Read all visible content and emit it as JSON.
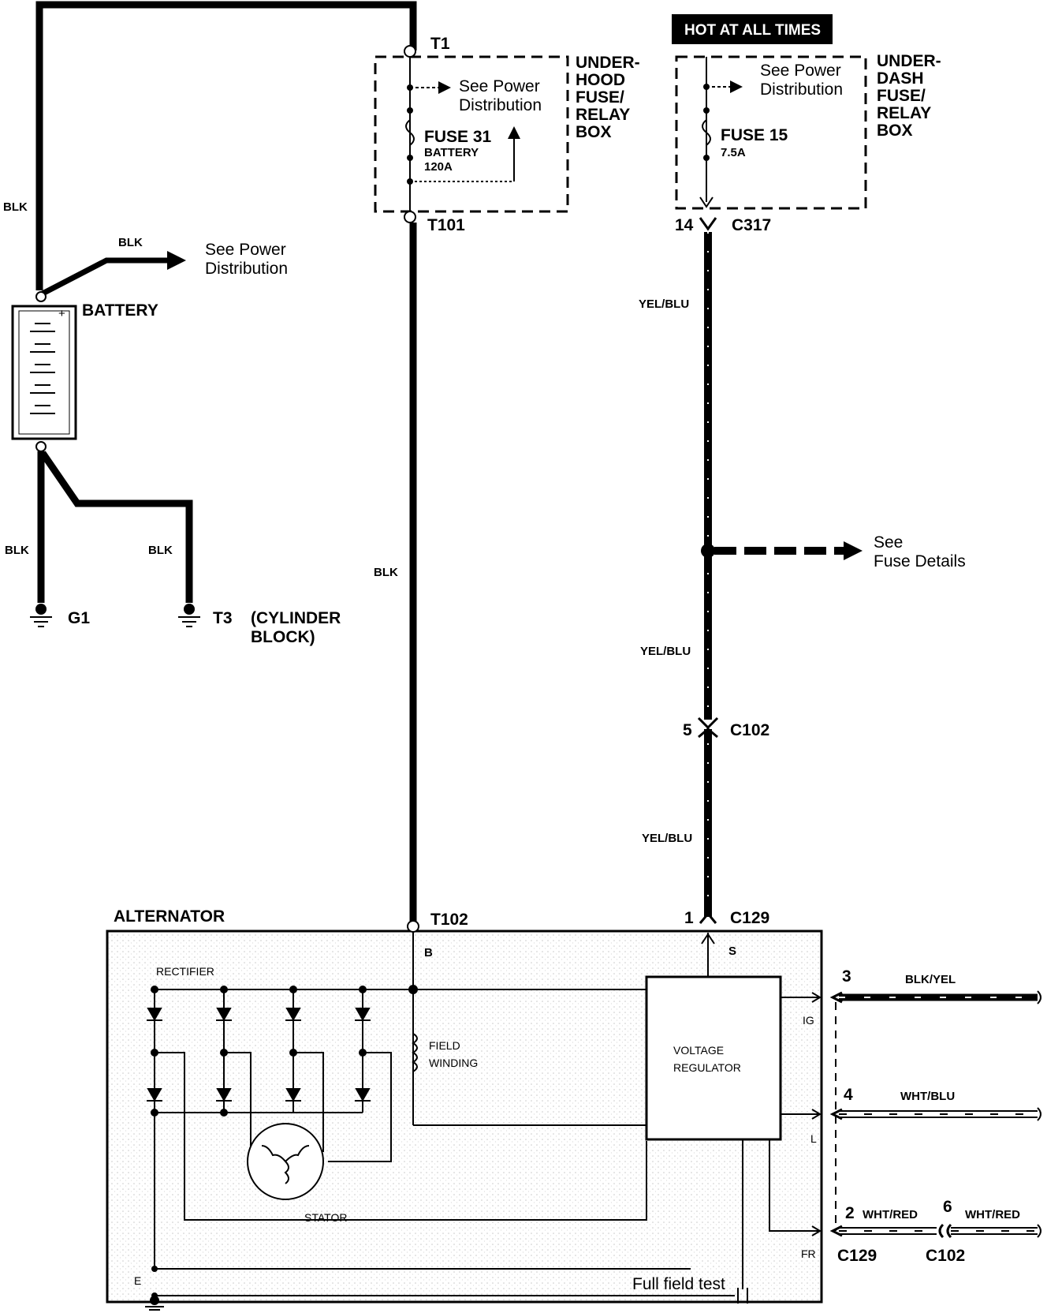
{
  "hot_banner": "HOT AT ALL TIMES",
  "battery": {
    "label": "BATTERY",
    "wire_top": "BLK",
    "branch_wire": "BLK",
    "branch_note_l1": "See Power",
    "branch_note_l2": "Distribution",
    "wire_ground_left": "BLK",
    "wire_ground_right": "BLK",
    "ground_g1": "G1",
    "ground_t3": "T3",
    "cyl_l1": "(CYLINDER",
    "cyl_l2": "BLOCK)"
  },
  "underhood": {
    "terminal_top": "T1",
    "terminal_bottom": "T101",
    "box_l1": "UNDER-",
    "box_l2": "HOOD",
    "box_l3": "FUSE/",
    "box_l4": "RELAY",
    "box_l5": "BOX",
    "see_l1": "See Power",
    "see_l2": "Distribution",
    "fuse_name": "FUSE 31",
    "fuse_sub": "BATTERY",
    "fuse_rating": "120A",
    "wire_main": "BLK"
  },
  "underdash": {
    "box_l1": "UNDER-",
    "box_l2": "DASH",
    "box_l3": "FUSE/",
    "box_l4": "RELAY",
    "box_l5": "BOX",
    "see_l1": "See Power",
    "see_l2": "Distribution",
    "fuse_name": "FUSE 15",
    "fuse_rating": "7.5A",
    "pin": "14",
    "connector": "C317",
    "wire1": "YEL/BLU",
    "wire2": "YEL/BLU",
    "wire3": "YEL/BLU",
    "fuse_details_l1": "See",
    "fuse_details_l2": "Fuse Details",
    "c102_pin": "5",
    "c102": "C102"
  },
  "alternator": {
    "title": "ALTERNATOR",
    "t102": "T102",
    "b_terminal": "B",
    "s_terminal": "S",
    "c129_pin": "1",
    "c129": "C129",
    "rectifier": "RECTIFIER",
    "field_l1": "FIELD",
    "field_l2": "WINDING",
    "vr_l1": "VOLTAGE",
    "vr_l2": "REGULATOR",
    "stator": "STATOR",
    "ig": "IG",
    "l": "L",
    "fr": "FR",
    "e": "E",
    "full_field": "Full field test"
  },
  "outputs": {
    "pin3": "3",
    "wire3": "BLK/YEL",
    "pin4": "4",
    "wire4": "WHT/BLU",
    "pin2": "2",
    "wire2": "WHT/RED",
    "pin6": "6",
    "wire6": "WHT/RED",
    "c129": "C129",
    "c102": "C102"
  }
}
